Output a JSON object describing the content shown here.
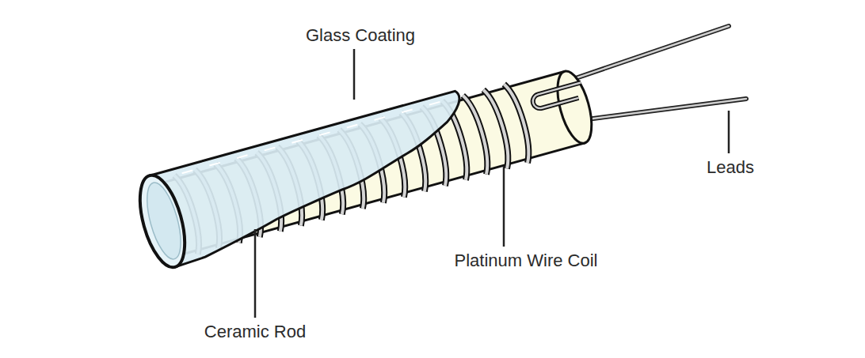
{
  "diagram": {
    "labels": [
      "Glass Coating",
      "Ceramic Rod",
      "Platinum Wire Coil",
      "Leads"
    ]
  }
}
